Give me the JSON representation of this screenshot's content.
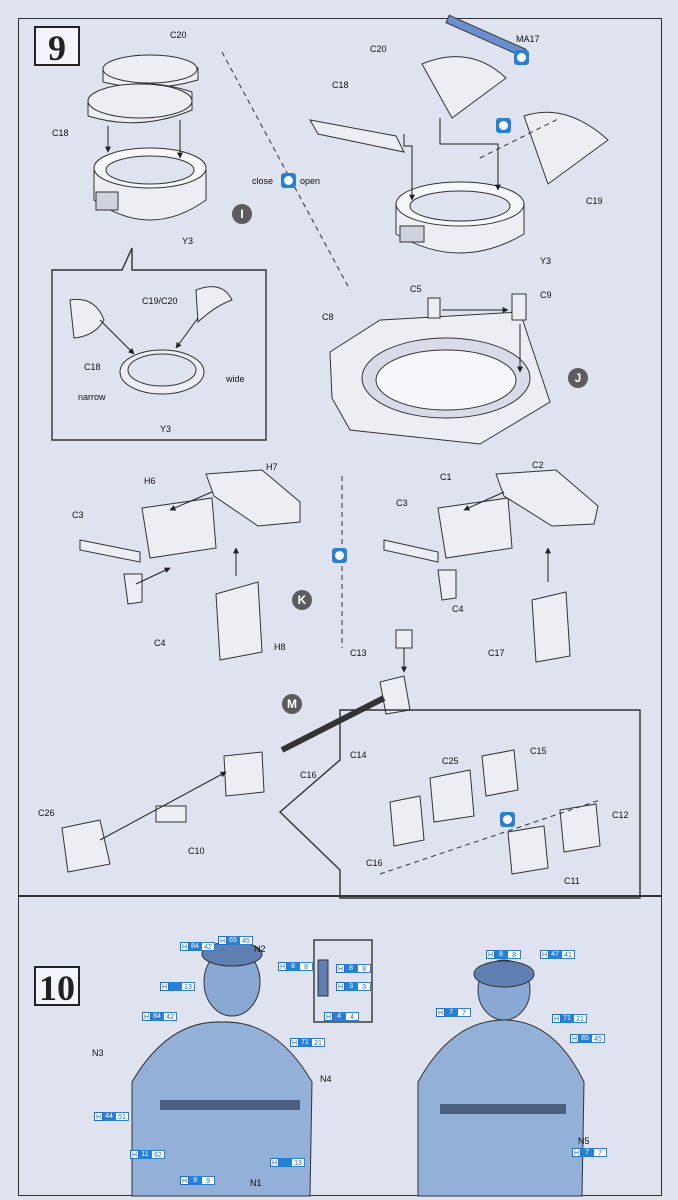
{
  "steps": {
    "s9": "9",
    "s10": "10"
  },
  "subassemblies": {
    "i": "I",
    "j": "J",
    "k": "K",
    "m": "M"
  },
  "legend": {
    "close": "close",
    "open": "open"
  },
  "inset": {
    "c19c20": "C19/C20",
    "c18": "C18",
    "y3": "Y3",
    "wide": "wide",
    "narrow": "narrow"
  },
  "parts": {
    "c20a": "C20",
    "c18a": "C18",
    "y3a": "Y3",
    "ma17": "MA17",
    "c20b": "C20",
    "c18b": "C18",
    "c19": "C19",
    "y3b": "Y3",
    "c5": "C5",
    "c9": "C9",
    "c8": "C8",
    "h7": "H7",
    "h6": "H6",
    "c3a": "C3",
    "c4a": "C4",
    "h8": "H8",
    "c1": "C1",
    "c2": "C2",
    "c3b": "C3",
    "c4b": "C4",
    "c17": "C17",
    "c13": "C13",
    "c14": "C14",
    "c16a": "C16",
    "c26": "C26",
    "c10": "C10",
    "c25": "C25",
    "c15": "C15",
    "c16b": "C16",
    "c12": "C12",
    "c11": "C11",
    "n2": "N2",
    "n3": "N3",
    "n4": "N4",
    "n1": "N1",
    "n5": "N5"
  },
  "paint_codes": [
    {
      "h": "H",
      "a": "84",
      "b": "42"
    },
    {
      "h": "H",
      "a": "65",
      "b": "45"
    },
    {
      "h": "H",
      "a": "8",
      "b": "8"
    },
    {
      "h": "H",
      "a": "",
      "b": "13"
    },
    {
      "h": "H",
      "a": "84",
      "b": "42"
    },
    {
      "h": "H",
      "a": "71",
      "b": "21"
    },
    {
      "h": "H",
      "a": "44",
      "b": "51"
    },
    {
      "h": "H",
      "a": "11",
      "b": "62"
    },
    {
      "h": "H",
      "a": "9",
      "b": "9"
    },
    {
      "h": "H",
      "a": "",
      "b": "13"
    },
    {
      "h": "H",
      "a": "8",
      "b": "8"
    },
    {
      "h": "H",
      "a": "3",
      "b": "3"
    },
    {
      "h": "H",
      "a": "4",
      "b": "4"
    },
    {
      "h": "H",
      "a": "8",
      "b": "8"
    },
    {
      "h": "H",
      "a": "47",
      "b": "41"
    },
    {
      "h": "H",
      "a": "7",
      "b": "7"
    },
    {
      "h": "H",
      "a": "71",
      "b": "21"
    },
    {
      "h": "H",
      "a": "85",
      "b": "45"
    },
    {
      "h": "H",
      "a": "7",
      "b": "7"
    }
  ],
  "colors": {
    "paper": "#dfe2ef",
    "ink": "#333333",
    "accent": "#2b7fd0",
    "part": "#eceef4",
    "figure": "#93b0d8"
  }
}
